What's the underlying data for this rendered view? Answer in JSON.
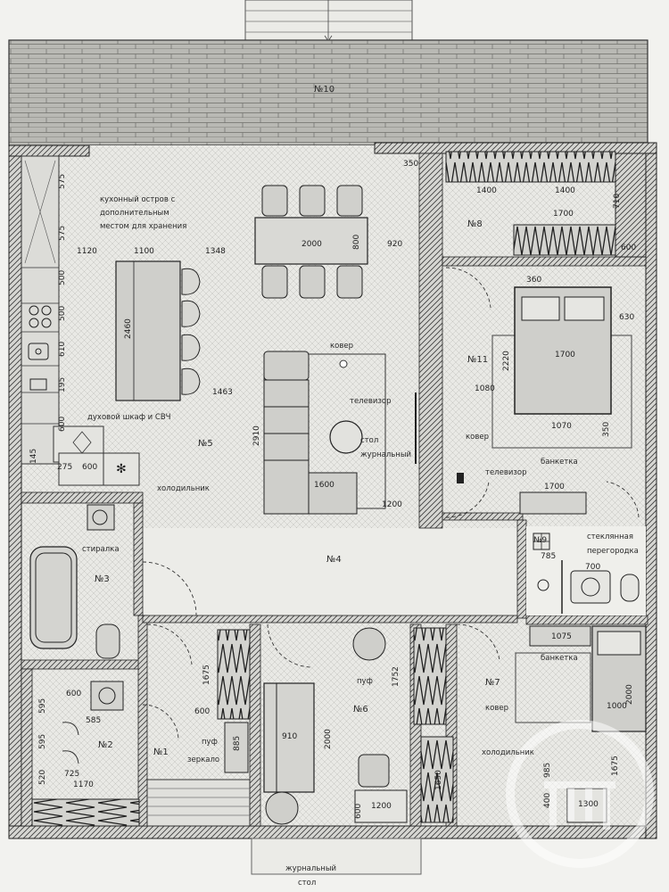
{
  "rooms": {
    "n10": "№10",
    "n5": "№5",
    "n4": "№4",
    "n8": "№8",
    "n11": "№11",
    "n9": "№9",
    "n3": "№3",
    "n2": "№2",
    "n1": "№1",
    "n6": "№6",
    "n7": "№7"
  },
  "annotations": {
    "island_1": "кухонный остров с",
    "island_2": "дополнительным",
    "island_3": "местом для хранения",
    "oven": "духовой шкаф и СВЧ",
    "fridge": "холодильник",
    "carpet_5": "ковер",
    "tv_5": "телевизор",
    "coffee_1": "стол",
    "coffee_2": "журнальный",
    "washer": "стиралка",
    "carpet_11": "ковер",
    "bench_11": "банкетка",
    "tv_11": "телевизор",
    "glass_1": "стеклянная",
    "glass_2": "перегородка",
    "pouf_1": "пуф",
    "mirror": "зеркало",
    "pouf_6": "пуф",
    "bench_7": "банкетка",
    "carpet_7": "ковер",
    "fridge_7": "холодильник",
    "coffee_bottom_1": "журнальный",
    "coffee_bottom_2": "стол"
  },
  "dimensions": {
    "d575a": "575",
    "d575b": "575",
    "d500a": "500",
    "d500b": "500",
    "d610": "610",
    "d195": "195",
    "d600a": "600",
    "d145": "145",
    "d275": "275",
    "d600b": "600",
    "d1120": "1120",
    "d1100": "1100",
    "d1348": "1348",
    "d2460": "2460",
    "d1463": "1463",
    "d2000": "2000",
    "d800": "800",
    "d920": "920",
    "d350a": "350",
    "d2910": "2910",
    "d1600": "1600",
    "d1200a": "1200",
    "d1400a": "1400",
    "d1400b": "1400",
    "d1700a": "1700",
    "d710": "710",
    "d600c": "600",
    "d360": "360",
    "d630": "630",
    "d2220": "2220",
    "d1700b": "1700",
    "d1080": "1080",
    "d1070": "1070",
    "d350b": "350",
    "d1700c": "1700",
    "d785": "785",
    "d700": "700",
    "d1675": "1675",
    "d600d": "600",
    "d885": "885",
    "d600e": "600",
    "d595a": "595",
    "d585": "585",
    "d595b": "595",
    "d725": "725",
    "d520": "520",
    "d1170": "1170",
    "d910": "910",
    "d2000b": "2000",
    "d1752": "1752",
    "d600f": "600",
    "d1200b": "1200",
    "d1650": "1650",
    "d1075": "1075",
    "d2000c": "2000",
    "d1000": "1000",
    "d985": "985",
    "d1675b": "1675",
    "d1300": "1300",
    "d400": "400"
  }
}
